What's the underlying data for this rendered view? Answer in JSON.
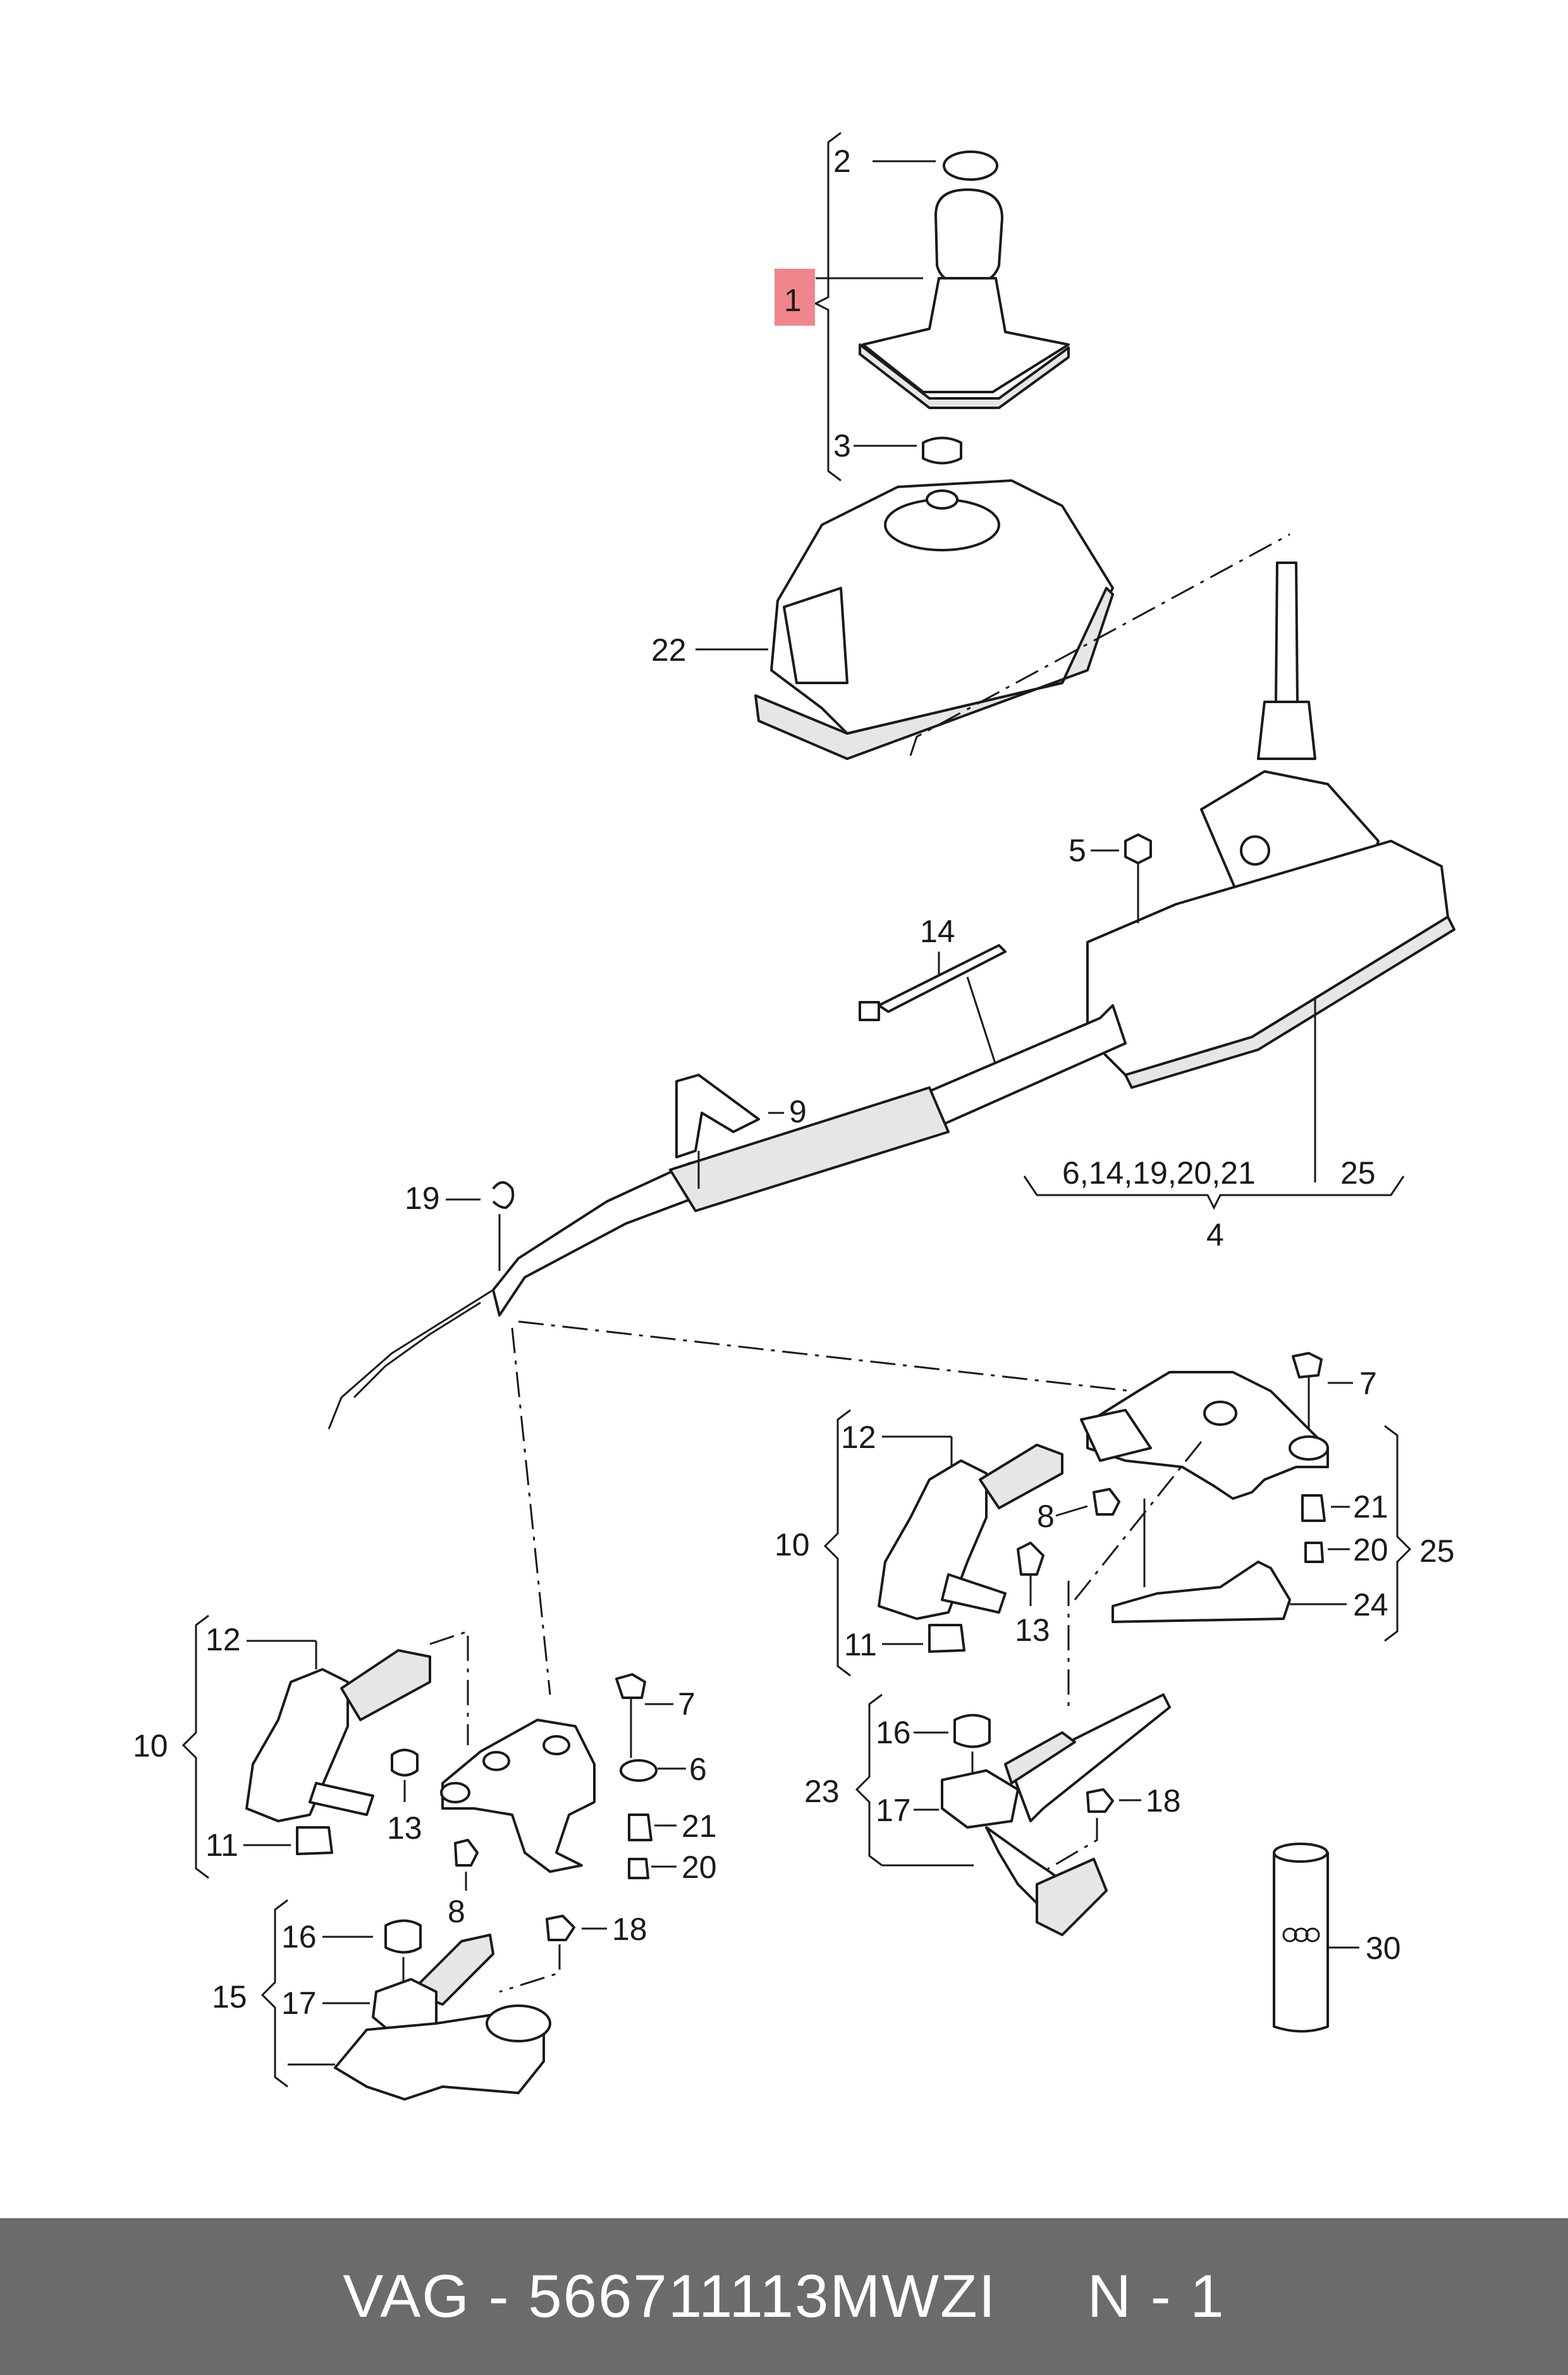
{
  "callouts": {
    "c1": "1",
    "c2": "2",
    "c3": "3",
    "c4": "4",
    "c5": "5",
    "c6_14_19_20_21": "6,14,19,20,21",
    "c25a": "25",
    "c9": "9",
    "c14": "14",
    "c19": "19",
    "c22": "22",
    "r_c7": "7",
    "r_c12": "12",
    "r_c10": "10",
    "r_c8": "8",
    "r_c21": "21",
    "r_c20": "20",
    "r_c25": "25",
    "r_c24": "24",
    "r_c11": "11",
    "r_c13": "13",
    "r_c16": "16",
    "r_c18": "18",
    "r_c23": "23",
    "r_c17": "17",
    "r_c30": "30",
    "l_c12": "12",
    "l_c10": "10",
    "l_c11": "11",
    "l_c13": "13",
    "l_c7": "7",
    "l_c6": "6",
    "l_c21": "21",
    "l_c20": "20",
    "l_c8": "8",
    "l_c16": "16",
    "l_c18": "18",
    "l_c15": "15",
    "l_c17": "17"
  },
  "footer": {
    "text": "VAG - 566711113MWZI     N - 1"
  },
  "colors": {
    "highlight": "#f0868c",
    "footer_bg": "#6b6b6b",
    "footer_text": "#ffffff"
  }
}
